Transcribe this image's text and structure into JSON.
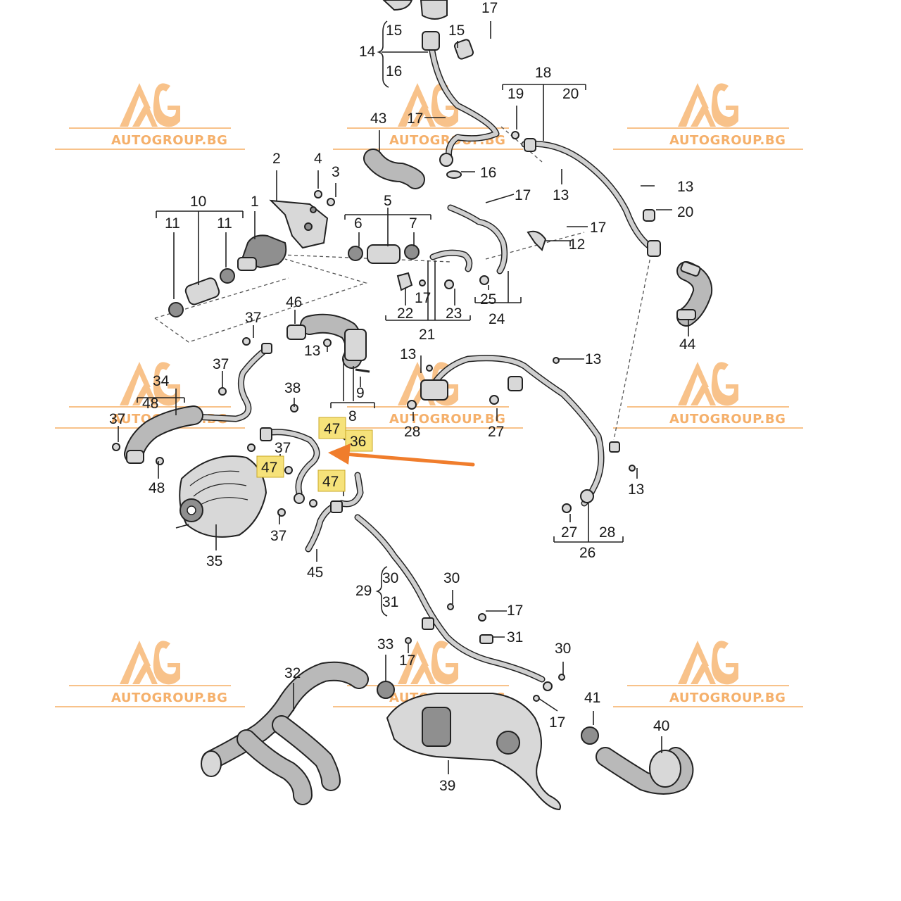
{
  "watermark": {
    "text": "AUTOGROUP.BG",
    "color": "#f5a04f"
  },
  "callouts": [
    {
      "id": "c1",
      "text": "17"
    },
    {
      "id": "c2",
      "text": "15"
    },
    {
      "id": "c3",
      "text": "15"
    },
    {
      "id": "c4",
      "text": "14"
    },
    {
      "id": "c5",
      "text": "16"
    },
    {
      "id": "c6",
      "text": "18"
    },
    {
      "id": "c7",
      "text": "19"
    },
    {
      "id": "c8",
      "text": "20"
    },
    {
      "id": "c9",
      "text": "17"
    },
    {
      "id": "c10",
      "text": "43"
    },
    {
      "id": "c11",
      "text": "16"
    },
    {
      "id": "c12",
      "text": "2"
    },
    {
      "id": "c13",
      "text": "4"
    },
    {
      "id": "c14",
      "text": "3"
    },
    {
      "id": "c15",
      "text": "13"
    },
    {
      "id": "c16",
      "text": "13"
    },
    {
      "id": "c17",
      "text": "20"
    },
    {
      "id": "c18",
      "text": "10"
    },
    {
      "id": "c19",
      "text": "1"
    },
    {
      "id": "c20",
      "text": "5"
    },
    {
      "id": "c21",
      "text": "17"
    },
    {
      "id": "c22",
      "text": "11"
    },
    {
      "id": "c23",
      "text": "11"
    },
    {
      "id": "c24",
      "text": "6"
    },
    {
      "id": "c25",
      "text": "7"
    },
    {
      "id": "c26",
      "text": "17"
    },
    {
      "id": "c27",
      "text": "12"
    },
    {
      "id": "c28",
      "text": "17"
    },
    {
      "id": "c29",
      "text": "22"
    },
    {
      "id": "c30",
      "text": "23"
    },
    {
      "id": "c31",
      "text": "25"
    },
    {
      "id": "c32",
      "text": "24"
    },
    {
      "id": "c33",
      "text": "21"
    },
    {
      "id": "c34",
      "text": "46"
    },
    {
      "id": "c35",
      "text": "37"
    },
    {
      "id": "c36",
      "text": "44"
    },
    {
      "id": "c37",
      "text": "13"
    },
    {
      "id": "c38",
      "text": "37"
    },
    {
      "id": "c39",
      "text": "13"
    },
    {
      "id": "c40",
      "text": "13"
    },
    {
      "id": "c41",
      "text": "34"
    },
    {
      "id": "c42",
      "text": "48"
    },
    {
      "id": "c43",
      "text": "9"
    },
    {
      "id": "c44",
      "text": "38"
    },
    {
      "id": "c45",
      "text": "37"
    },
    {
      "id": "c46",
      "text": "8"
    },
    {
      "id": "c47",
      "text": "28"
    },
    {
      "id": "c48",
      "text": "27"
    },
    {
      "id": "c49",
      "text": "47"
    },
    {
      "id": "c50",
      "text": "36"
    },
    {
      "id": "c51",
      "text": "37"
    },
    {
      "id": "c52",
      "text": "47"
    },
    {
      "id": "c53",
      "text": "48"
    },
    {
      "id": "c54",
      "text": "47"
    },
    {
      "id": "c55",
      "text": "13"
    },
    {
      "id": "c56",
      "text": "37"
    },
    {
      "id": "c57",
      "text": "35"
    },
    {
      "id": "c58",
      "text": "45"
    },
    {
      "id": "c59",
      "text": "27"
    },
    {
      "id": "c60",
      "text": "28"
    },
    {
      "id": "c61",
      "text": "26"
    },
    {
      "id": "c62",
      "text": "30"
    },
    {
      "id": "c63",
      "text": "29"
    },
    {
      "id": "c64",
      "text": "31"
    },
    {
      "id": "c65",
      "text": "30"
    },
    {
      "id": "c66",
      "text": "17"
    },
    {
      "id": "c67",
      "text": "31"
    },
    {
      "id": "c68",
      "text": "33"
    },
    {
      "id": "c69",
      "text": "30"
    },
    {
      "id": "c70",
      "text": "17"
    },
    {
      "id": "c71",
      "text": "32"
    },
    {
      "id": "c72",
      "text": "41"
    },
    {
      "id": "c73",
      "text": "40"
    },
    {
      "id": "c74",
      "text": "17"
    },
    {
      "id": "c75",
      "text": "39"
    }
  ],
  "highlight_color": "#f6e27a",
  "arrow_color": "#f07d2c"
}
